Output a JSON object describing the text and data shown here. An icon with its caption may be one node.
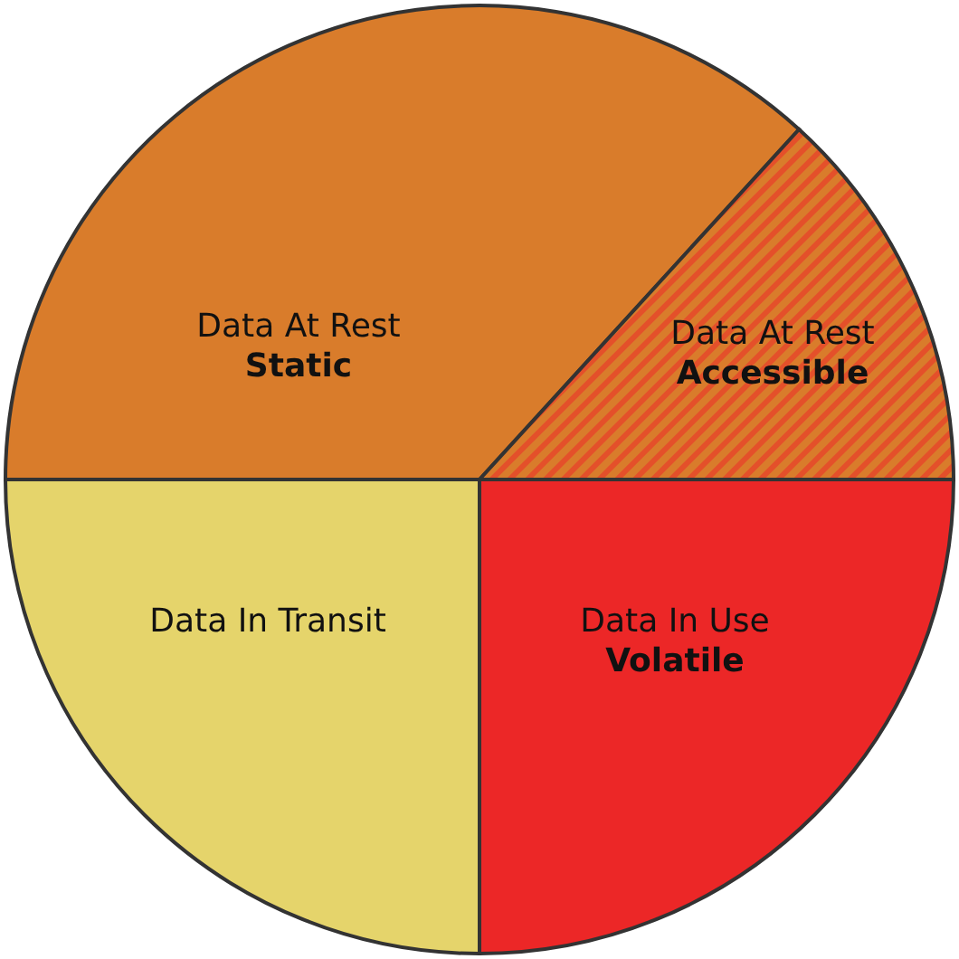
{
  "diagram": {
    "nodes": [
      {
        "text": [
          "Data At Rest",
          "Static"
        ]
      },
      {
        "text": [
          "Data At Rest",
          "Accessible"
        ]
      },
      {
        "text": [
          "Data In Transit"
        ]
      },
      {
        "text": [
          "Data In Use",
          "Volatile"
        ]
      }
    ]
  }
}
